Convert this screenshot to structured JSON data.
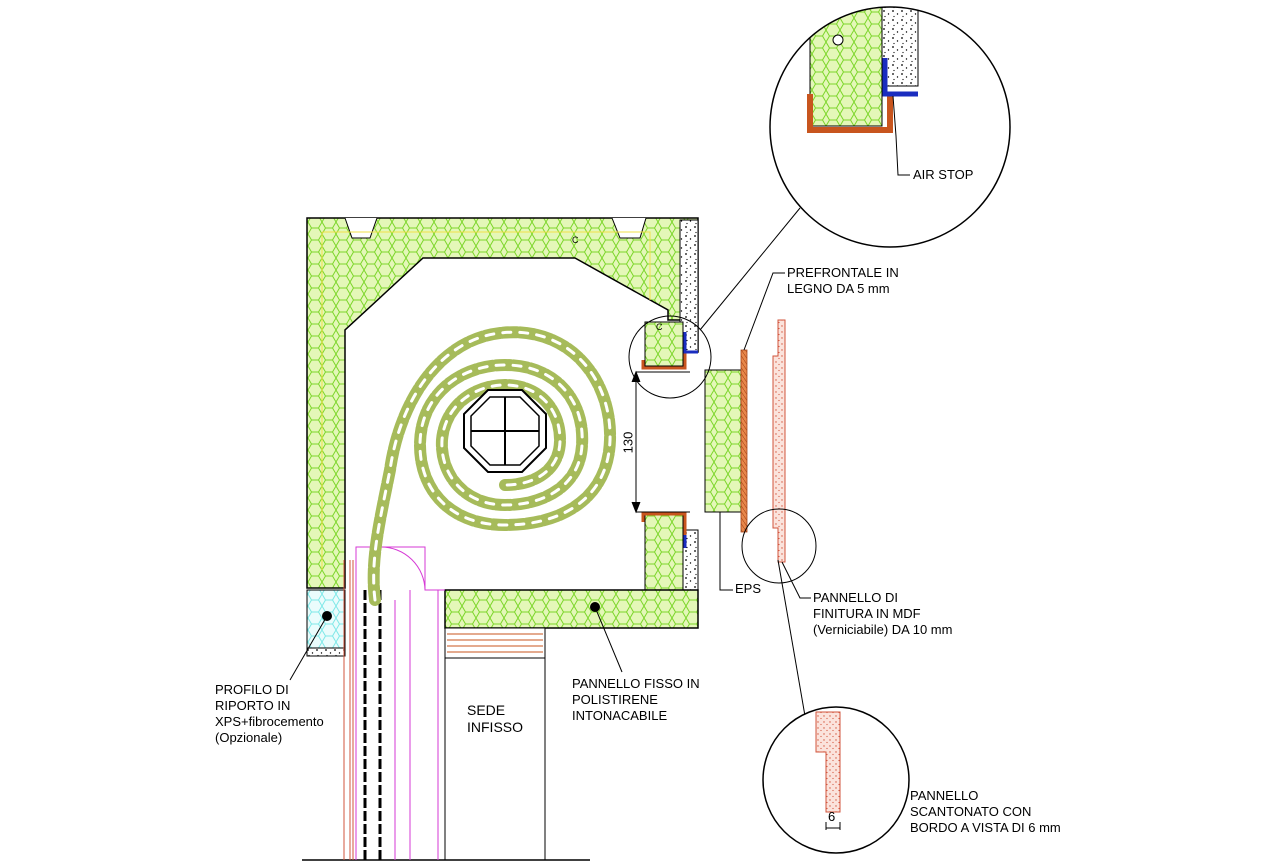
{
  "labels": {
    "air_stop": "AIR STOP",
    "prefrontale": [
      "PREFRONTALE IN",
      "LEGNO DA 5 mm"
    ],
    "eps": "EPS",
    "pannello_finitura": [
      "PANNELLO DI",
      "FINITURA IN MDF",
      "(Verniciabile) DA 10 mm"
    ],
    "profilo": [
      "PROFILO DI",
      "RIPORTO IN",
      "XPS+fibrocemento",
      "(Opzionale)"
    ],
    "sede_infisso": [
      "SEDE",
      "INFISSO"
    ],
    "pannello_fisso": [
      "PANNELLO FISSO IN",
      "POLISTIRENE",
      "INTONACABILE"
    ],
    "pannello_scantonato": [
      "PANNELLO",
      "SCANTONATO CON",
      "BORDO A VISTA DI 6 mm"
    ]
  },
  "dimensions": {
    "opening": "130",
    "edge": "6"
  },
  "colors": {
    "eps_fill": "#d8f5a0",
    "eps_hatch": "#7cd62a",
    "roll": "#a6bb5a",
    "airstop": "#1a2dbf",
    "wood": "#c8551e",
    "mdf": "#f2b8a8",
    "frame": "#d63ad6",
    "xps": "#7fe8e8"
  },
  "marker_letter": "C"
}
